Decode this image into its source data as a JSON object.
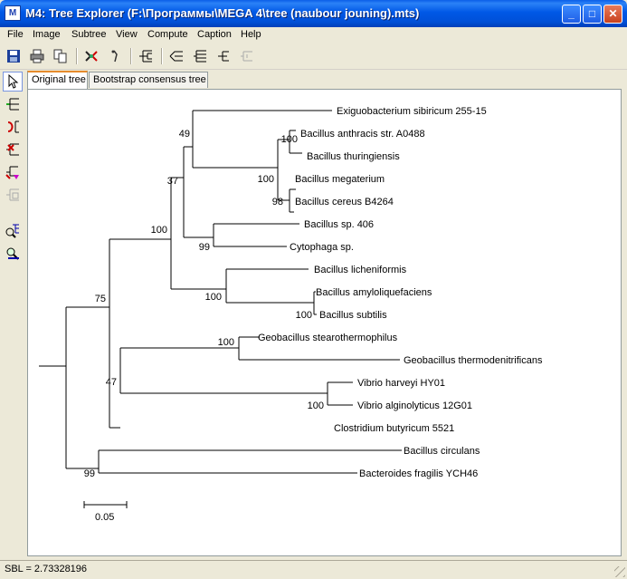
{
  "window": {
    "icon_label": "M",
    "title": "M4: Tree Explorer (F:\\Программы\\MEGA 4\\tree (naubour jouning).mts)",
    "minimize_glyph": "_",
    "maximize_glyph": "□",
    "close_glyph": "✕"
  },
  "menu": [
    "File",
    "Image",
    "Subtree",
    "View",
    "Compute",
    "Caption",
    "Help"
  ],
  "tabs": [
    "Original tree",
    "Bootstrap consensus tree"
  ],
  "tree": {
    "taxa": [
      "Exiguobacterium sibiricum 255-15",
      "Bacillus anthracis str. A0488",
      "Bacillus thuringiensis",
      "Bacillus megaterium",
      "Bacillus cereus B4264",
      "Bacillus sp. 406",
      "Cytophaga sp.",
      "Bacillus licheniformis",
      "Bacillus amyloliquefaciens",
      "Bacillus subtilis",
      "Geobacillus stearothermophilus",
      "Geobacillus thermodenitrificans",
      "Vibrio harveyi HY01",
      "Vibrio alginolyticus 12G01",
      "Clostridium butyricum 5521",
      "Bacillus circulans",
      "Bacteroides fragilis YCH46"
    ],
    "bootstrap": [
      "49",
      "100",
      "100",
      "98",
      "37",
      "100",
      "99",
      "100",
      "75",
      "100",
      "100",
      "100",
      "47",
      "99"
    ],
    "scale_label": "0.05"
  },
  "status": {
    "sbl": "SBL = 2.73328196"
  },
  "colors": {
    "title_bar": "#0058e6",
    "active_tab_accent": "#e68b2c",
    "window_bg": "#ece9d8"
  }
}
